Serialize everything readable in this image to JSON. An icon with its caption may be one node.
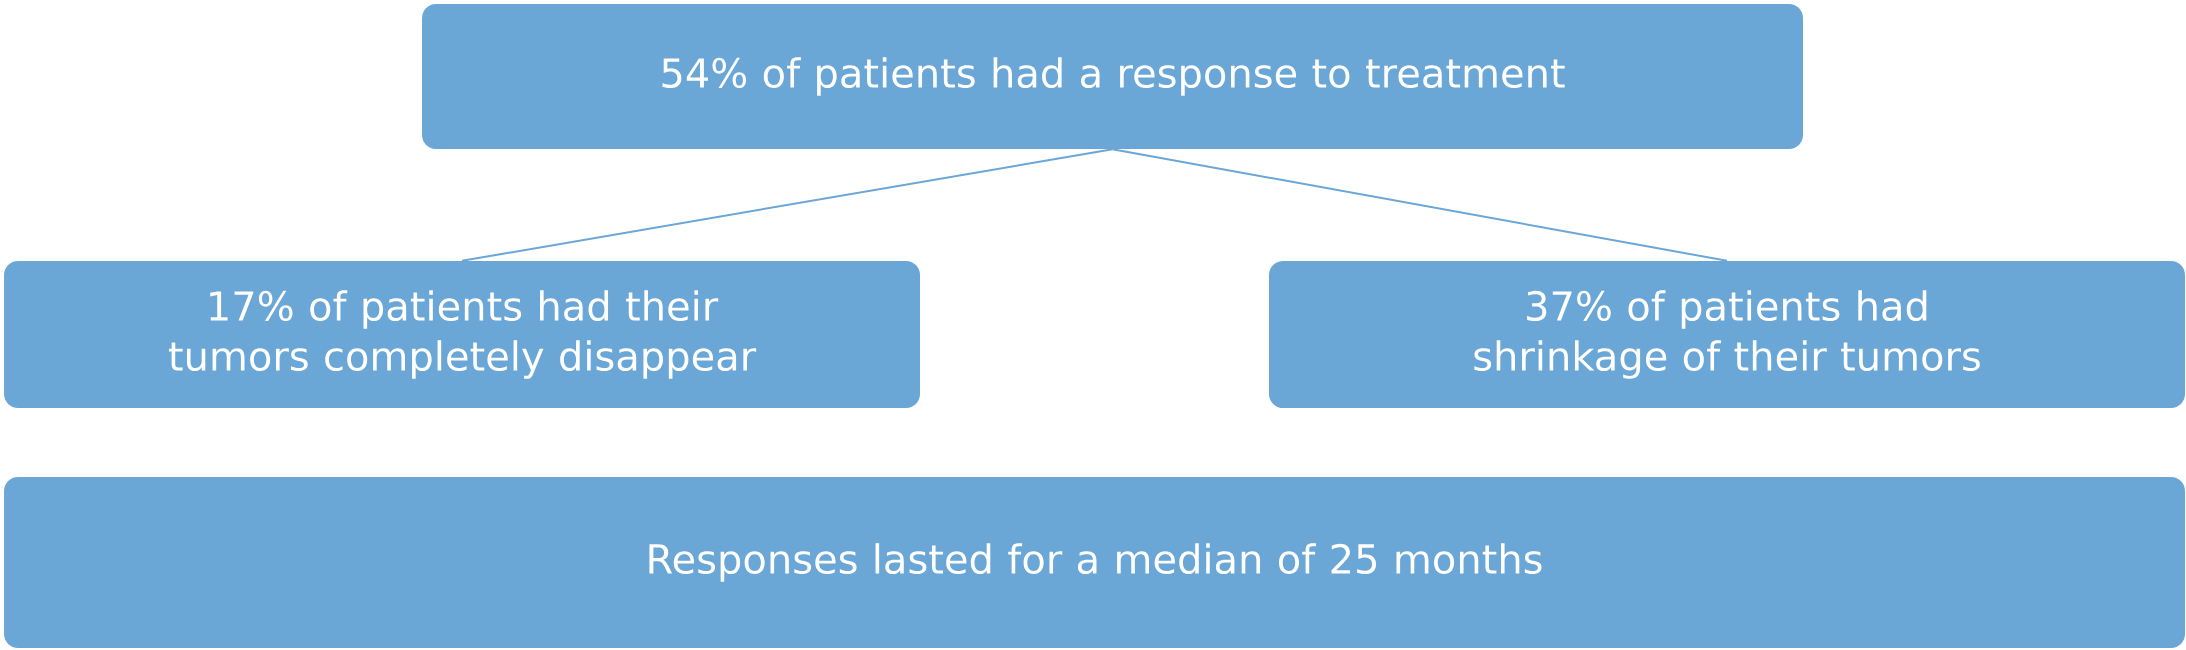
{
  "diagram": {
    "nodes": [
      {
        "text": [
          "54% of patients had a response to treatment"
        ]
      },
      {
        "text": [
          "17% of patients had their tumors completely disappear"
        ]
      },
      {
        "text": [
          "37% of patients had shrinkage of their tumors"
        ]
      },
      {
        "text": [
          "Responses lasted for a median of 25 months"
        ]
      }
    ],
    "edges": [
      {
        "from": 0,
        "to": 1,
        "arrow": "none"
      },
      {
        "from": 0,
        "to": 2,
        "arrow": "none"
      }
    ]
  }
}
